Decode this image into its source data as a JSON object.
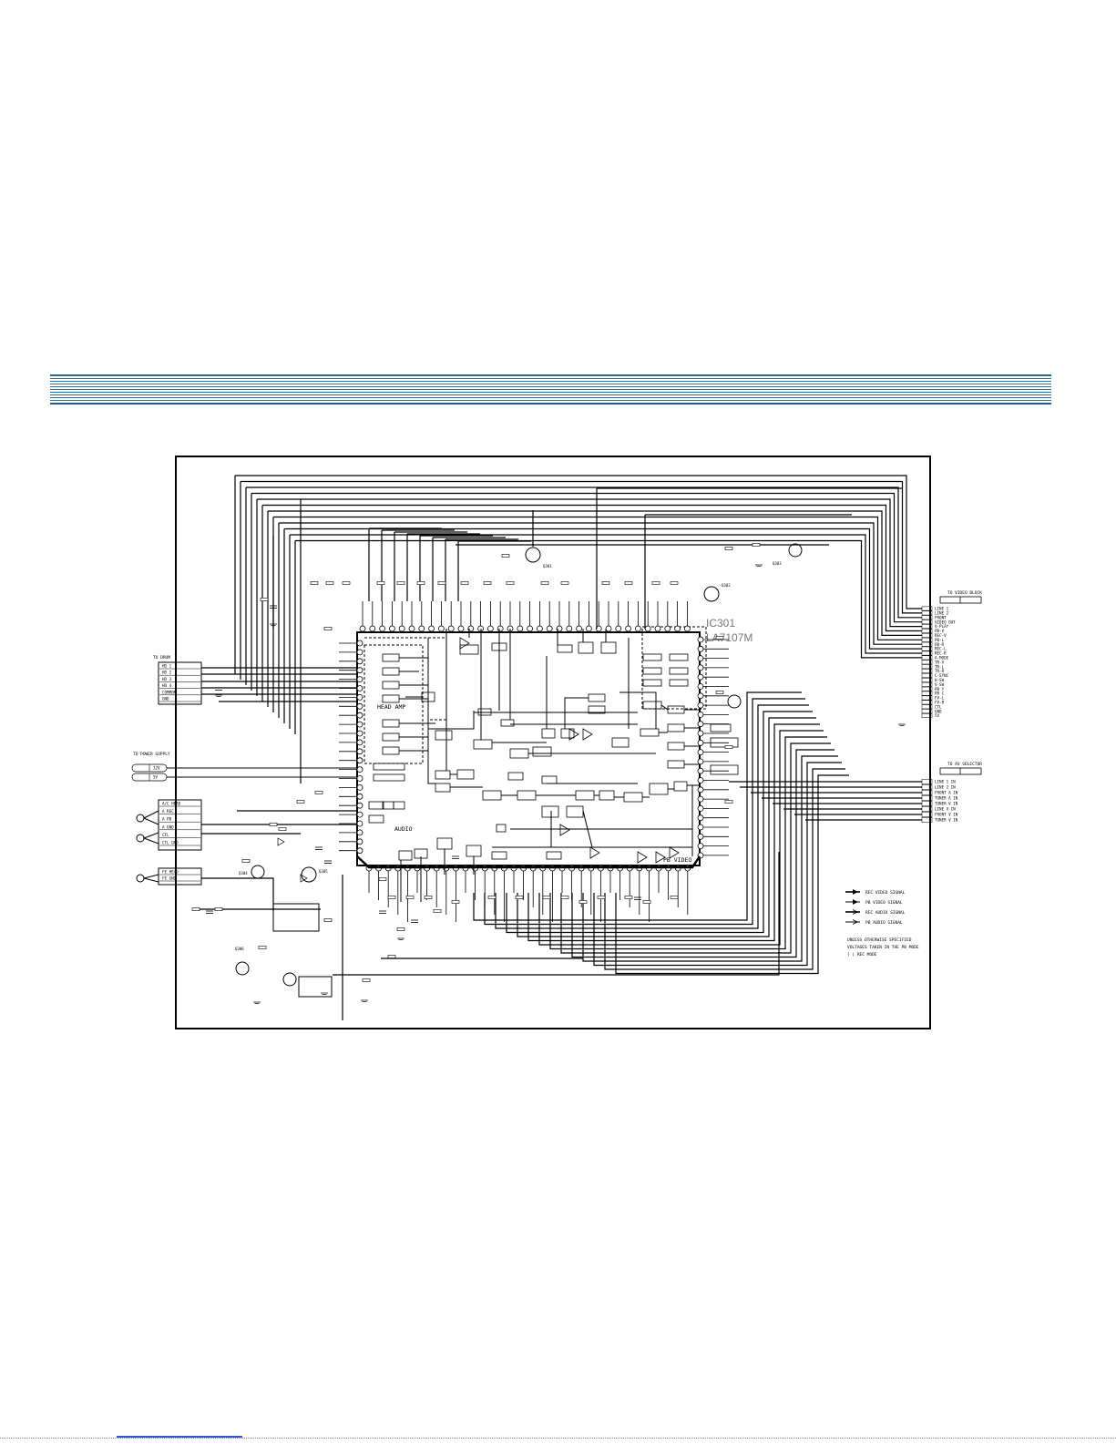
{
  "header_band": {
    "color": "#2f6fa7"
  },
  "schematic": {
    "ic": {
      "ref": "IC301",
      "part": "LA7107M"
    },
    "blocks": {
      "head_amp": "HEAD AMP",
      "audio": "AUDIO",
      "pb_video": "PB VIDEO"
    },
    "right_connector": {
      "title": "TO VIDEO BLOCK",
      "pins": [
        "LINE 1",
        "LINE 2",
        "FRONT",
        "VIDEO OUT",
        "V-PLAY",
        "PB-V",
        "REC-V",
        "PB-L",
        "PB-R",
        "REC-L",
        "REC-R",
        "A-MODE",
        "TR-V",
        "TR-L",
        "TR-R",
        "C-SYNC",
        "H-SW",
        "V-SW",
        "PB Y",
        "PB C",
        "FV-L",
        "FV-R",
        "CTL",
        "GND",
        "5V"
      ]
    },
    "right_connector2": {
      "title": "TO AV SELECTOR",
      "pins": [
        "LINE 1 IN",
        "LINE 2 IN",
        "FRONT A IN",
        "TUNER A IN",
        "TUNER V IN",
        "LINE V IN",
        "FRONT V IN",
        "TUNER V IN"
      ]
    },
    "left_connector": {
      "title": "TO DRUM",
      "pins": [
        "HD 1",
        "HD 2",
        "HD 3",
        "HD 4",
        "COMMON",
        "GND"
      ]
    },
    "left_power": {
      "title": "TO POWER SUPPLY",
      "pins": [
        "12V",
        "5V"
      ]
    },
    "left_heads1": {
      "pins": [
        "A/C HEAD",
        "A REC",
        "A PB",
        "A GND",
        "CTL",
        "CTL GND"
      ]
    },
    "left_heads2": {
      "pins": [
        "FE HEAD",
        "FE GND"
      ]
    },
    "legend": {
      "items": [
        {
          "label": "REC VIDEO SIGNAL"
        },
        {
          "label": "PB VIDEO SIGNAL"
        },
        {
          "label": "REC AUDIO SIGNAL"
        },
        {
          "label": "PB AUDIO SIGNAL"
        }
      ],
      "notes": [
        "UNLESS OTHERWISE SPECIFIED",
        "VOLTAGES TAKEN IN THE PB MODE",
        "( ) REC MODE"
      ]
    },
    "transistors": {
      "q_top1": "Q301",
      "q_top2": "Q302",
      "q_top3": "Q303",
      "q_left1": "Q304",
      "q_left2": "Q305",
      "q_left3": "Q306"
    }
  }
}
